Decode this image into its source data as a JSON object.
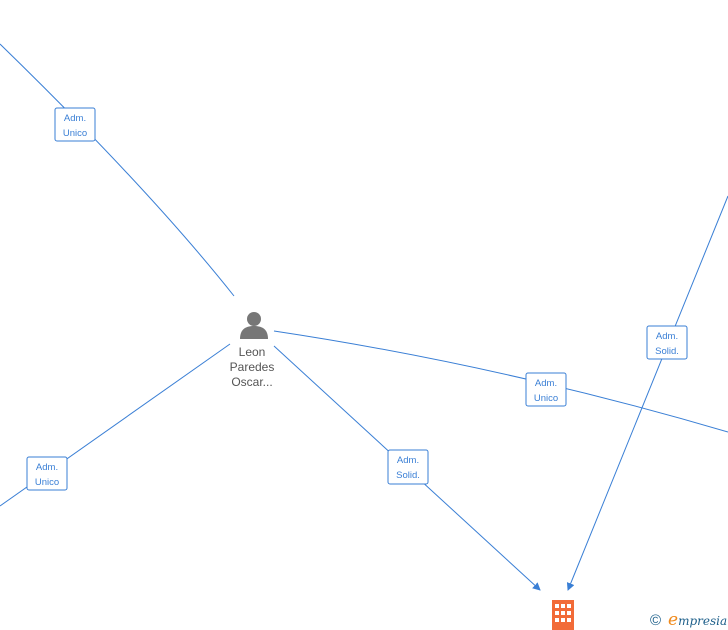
{
  "person": {
    "name_lines": [
      "Leon",
      "Paredes",
      "Oscar..."
    ],
    "icon": "person-icon"
  },
  "company": {
    "icon": "building-icon",
    "color": "#f26b38"
  },
  "edges": [
    {
      "id": "top-left",
      "label_lines": [
        "Adm.",
        "Unico"
      ]
    },
    {
      "id": "bottom-left",
      "label_lines": [
        "Adm.",
        "Unico"
      ]
    },
    {
      "id": "right",
      "label_lines": [
        "Adm.",
        "Unico"
      ]
    },
    {
      "id": "to-company",
      "label_lines": [
        "Adm.",
        "Solid."
      ]
    },
    {
      "id": "right-to-company",
      "label_lines": [
        "Adm.",
        "Solid."
      ]
    }
  ],
  "branding": {
    "copyright_symbol": "©",
    "logo_initial": "e",
    "logo_rest": "mpresia"
  },
  "colors": {
    "edge": "#3a7fd5",
    "person_icon": "#777777",
    "brand_orange": "#f08a1c",
    "brand_blue": "#1d5f8a"
  }
}
